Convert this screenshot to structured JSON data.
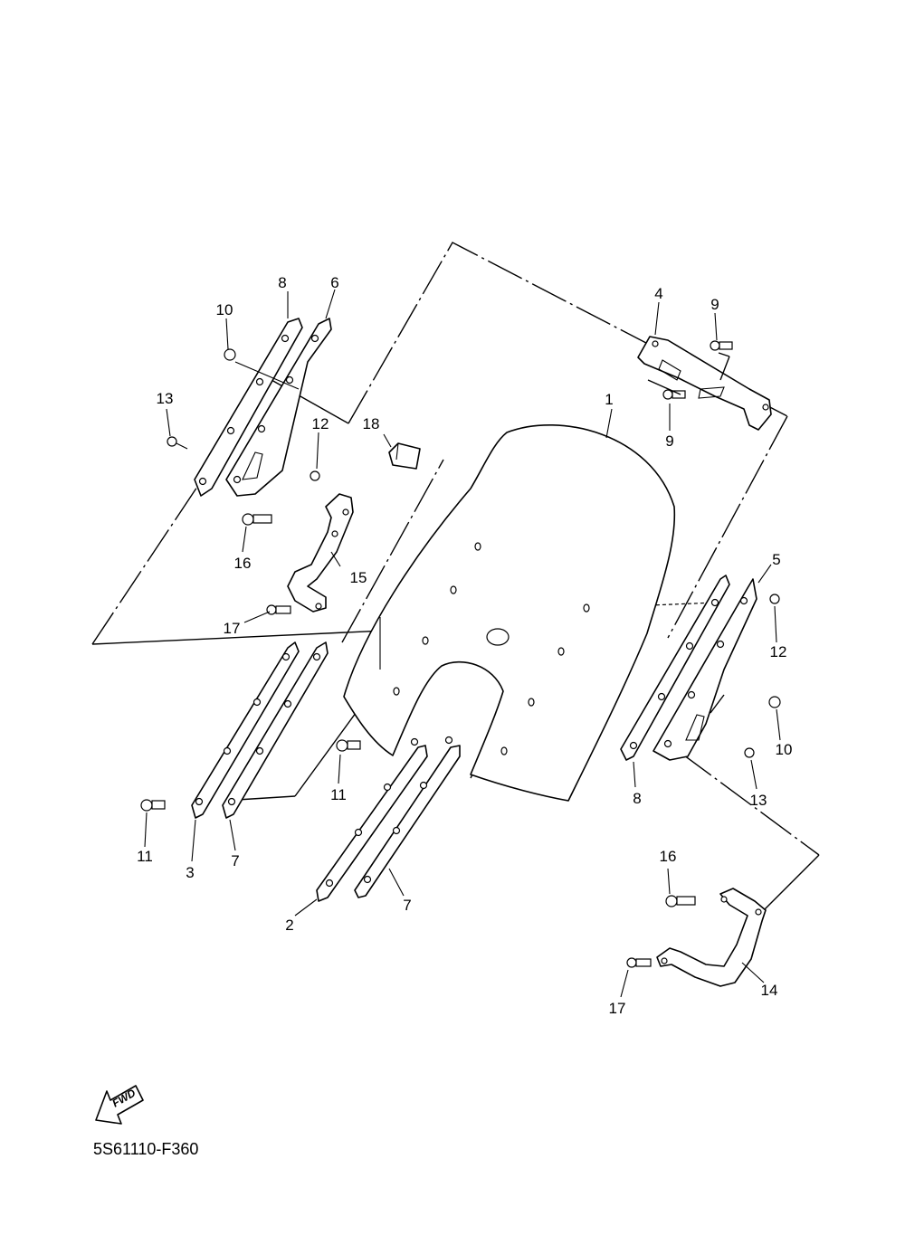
{
  "diagram": {
    "part_code": "5S61110-F360",
    "fwd_label": "FWD",
    "callouts": [
      "1",
      "2",
      "3",
      "4",
      "5",
      "6",
      "7",
      "7",
      "8",
      "8",
      "9",
      "9",
      "10",
      "10",
      "11",
      "11",
      "12",
      "12",
      "13",
      "13",
      "14",
      "15",
      "16",
      "16",
      "17",
      "17",
      "18"
    ]
  }
}
